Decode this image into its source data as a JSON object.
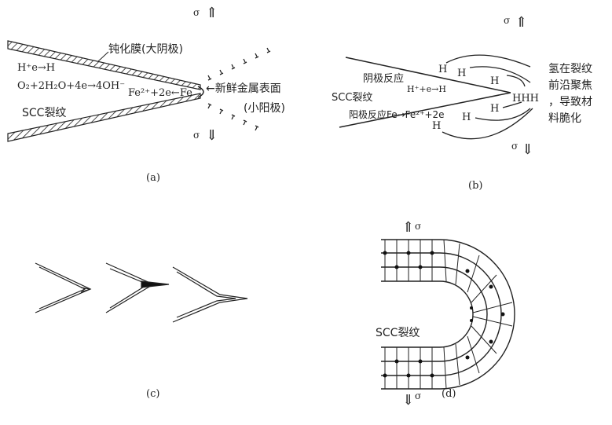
{
  "panel_a": {
    "label": "(a)",
    "film": "钝化膜(大阴极)",
    "reaction1": "H⁺e→H",
    "reaction2": "O₂+2H₂O+4e→4OH⁻",
    "reaction3": "Fe²⁺+2e←Fe",
    "crack": "SCC裂纹",
    "fresh_surface": "←新鲜金属表面",
    "small_anode": "(小阳极)",
    "sigma": "σ"
  },
  "panel_b": {
    "label": "(b)",
    "cathode": "阴极反应",
    "cathode_rxn": "H⁺+e→H",
    "crack": "SCC裂纹",
    "anode": "阳极反应Fe→Fe²⁺+2e",
    "h": "H",
    "hhh": "HHH",
    "note": [
      "氢在裂纹",
      "前沿聚焦",
      "，导致材",
      "料脆化"
    ],
    "sigma": "σ"
  },
  "panel_c": {
    "label": "(c)"
  },
  "panel_d": {
    "label": "(d)",
    "crack": "SCC裂纹",
    "sigma": "σ"
  }
}
